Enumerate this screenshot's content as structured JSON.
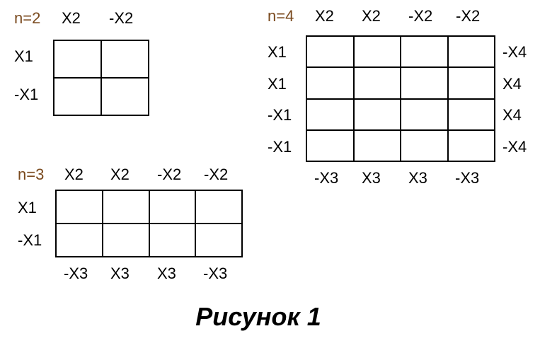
{
  "map2": {
    "n_label": "n=2",
    "top": [
      "X2",
      "-X2"
    ],
    "left": [
      "X1",
      "-X1"
    ]
  },
  "map3": {
    "n_label": "n=3",
    "top": [
      "X2",
      "X2",
      "-X2",
      "-X2"
    ],
    "left": [
      "X1",
      "-X1"
    ],
    "bottom": [
      "-X3",
      "X3",
      "X3",
      "-X3"
    ]
  },
  "map4": {
    "n_label": "n=4",
    "top": [
      "X2",
      "X2",
      "-X2",
      "-X2"
    ],
    "left": [
      "X1",
      "X1",
      "-X1",
      "-X1"
    ],
    "right": [
      "-X4",
      "X4",
      "X4",
      "-X4"
    ],
    "bottom": [
      "-X3",
      "X3",
      "X3",
      "-X3"
    ]
  },
  "caption": "Рисунок 1",
  "colors": {
    "n_label": "#7a4a1e",
    "lines": "#000000"
  }
}
